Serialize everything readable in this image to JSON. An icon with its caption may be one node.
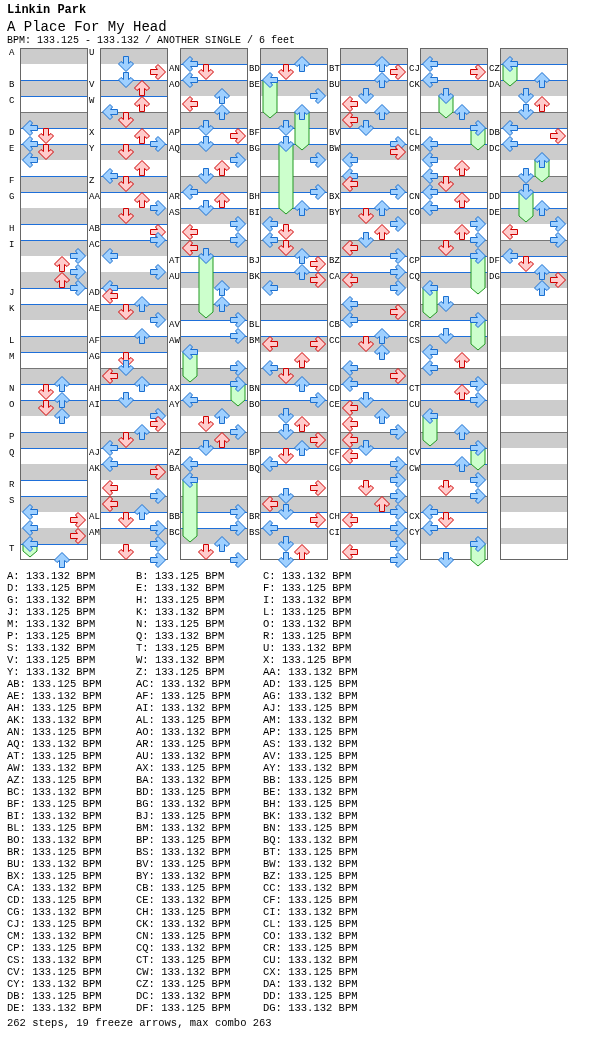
{
  "diagram": {
    "title": "A Place For My Head",
    "labels": [
      "Linkin Park",
      "BPM: 133.125 - 133.132 / ANOTHER SINGLE / 6 feet",
      "A",
      "B",
      "C",
      "D",
      "E",
      "F",
      "G",
      "H",
      "I",
      "J",
      "K",
      "L",
      "M",
      "N",
      "O",
      "P",
      "Q",
      "R",
      "S",
      "T",
      "U",
      "V",
      "W",
      "X",
      "Y",
      "Z",
      "AA",
      "AB",
      "AC",
      "AD",
      "AE",
      "AF",
      "AG",
      "AH",
      "AI",
      "AJ",
      "AK",
      "AL",
      "AM",
      "AN",
      "AO",
      "AP",
      "AQ",
      "AR",
      "AS",
      "AT",
      "AU",
      "AV",
      "AW",
      "AX",
      "AY",
      "AZ",
      "BA",
      "BB",
      "BC",
      "BD",
      "BE",
      "BF",
      "BG",
      "BH",
      "BI",
      "BJ",
      "BK",
      "BL",
      "BM",
      "BN",
      "BO",
      "BP",
      "BQ",
      "BR",
      "BS",
      "BT",
      "BU",
      "BV",
      "BW",
      "BX",
      "BY",
      "BZ",
      "CA",
      "CB",
      "CC",
      "CD",
      "CE",
      "CF",
      "CG",
      "CH",
      "CI",
      "CJ",
      "CK",
      "CL",
      "CM",
      "CN",
      "CO",
      "CP",
      "CQ",
      "CR",
      "CS",
      "CT",
      "CU",
      "CV",
      "CW",
      "CX",
      "CY",
      "CZ",
      "DA",
      "DB",
      "DC",
      "DD",
      "DE",
      "DF",
      "DG",
      "A: 133.132 BPM",
      "B: 133.125 BPM",
      "C: 133.132 BPM",
      "D: 133.125 BPM",
      "E: 133.132 BPM",
      "F: 133.125 BPM",
      "G: 133.132 BPM",
      "H: 133.125 BPM",
      "I: 133.132 BPM",
      "J: 133.125 BPM",
      "K: 133.132 BPM",
      "L: 133.125 BPM",
      "M: 133.132 BPM",
      "N: 133.125 BPM",
      "O: 133.132 BPM",
      "P: 133.125 BPM",
      "Q: 133.132 BPM",
      "R: 133.125 BPM",
      "S: 133.132 BPM",
      "T: 133.125 BPM",
      "U: 133.132 BPM",
      "V: 133.125 BPM",
      "W: 133.132 BPM",
      "X: 133.125 BPM",
      "Y: 133.132 BPM",
      "Z: 133.125 BPM",
      "AA: 133.132 BPM",
      "AB: 133.125 BPM",
      "AC: 133.132 BPM",
      "AD: 133.125 BPM",
      "AE: 133.132 BPM",
      "AF: 133.125 BPM",
      "AG: 133.132 BPM",
      "AH: 133.125 BPM",
      "AI: 133.132 BPM",
      "AJ: 133.125 BPM",
      "AK: 133.132 BPM",
      "AL: 133.125 BPM",
      "AM: 133.132 BPM",
      "AN: 133.125 BPM",
      "AO: 133.132 BPM",
      "AP: 133.125 BPM",
      "AQ: 133.132 BPM",
      "AR: 133.125 BPM",
      "AS: 133.132 BPM",
      "AT: 133.125 BPM",
      "AU: 133.132 BPM",
      "AV: 133.125 BPM",
      "AW: 133.132 BPM",
      "AX: 133.125 BPM",
      "AY: 133.132 BPM",
      "AZ: 133.125 BPM",
      "BA: 133.132 BPM",
      "BB: 133.125 BPM",
      "BC: 133.132 BPM",
      "BD: 133.125 BPM",
      "BE: 133.132 BPM",
      "BF: 133.125 BPM",
      "BG: 133.132 BPM",
      "BH: 133.125 BPM",
      "BI: 133.132 BPM",
      "BJ: 133.125 BPM",
      "BK: 133.132 BPM",
      "BL: 133.125 BPM",
      "BM: 133.132 BPM",
      "BN: 133.125 BPM",
      "BO: 133.132 BPM",
      "BP: 133.125 BPM",
      "BQ: 133.132 BPM",
      "BR: 133.125 BPM",
      "BS: 133.132 BPM",
      "BT: 133.125 BPM",
      "BU: 133.132 BPM",
      "BV: 133.125 BPM",
      "BW: 133.132 BPM",
      "BX: 133.125 BPM",
      "BY: 133.132 BPM",
      "BZ: 133.125 BPM",
      "CA: 133.132 BPM",
      "CB: 133.125 BPM",
      "CC: 133.132 BPM",
      "CD: 133.125 BPM",
      "CE: 133.132 BPM",
      "CF: 133.125 BPM",
      "CG: 133.132 BPM",
      "CH: 133.125 BPM",
      "CI: 133.132 BPM",
      "CJ: 133.125 BPM",
      "CK: 133.132 BPM",
      "CL: 133.125 BPM",
      "CM: 133.132 BPM",
      "CN: 133.125 BPM",
      "CO: 133.132 BPM",
      "CP: 133.125 BPM",
      "CQ: 133.132 BPM",
      "CR: 133.125 BPM",
      "CS: 133.132 BPM",
      "CT: 133.125 BPM",
      "CU: 133.132 BPM",
      "CV: 133.125 BPM",
      "CW: 133.132 BPM",
      "CX: 133.125 BPM",
      "CY: 133.132 BPM",
      "CZ: 133.125 BPM",
      "DA: 133.132 BPM",
      "DB: 133.125 BPM",
      "DC: 133.132 BPM",
      "DD: 133.125 BPM",
      "DE: 133.132 BPM",
      "DF: 133.125 BPM",
      "DG: 133.132 BPM",
      "262 steps, 19 freeze arrows, max combo 263"
    ]
  }
}
